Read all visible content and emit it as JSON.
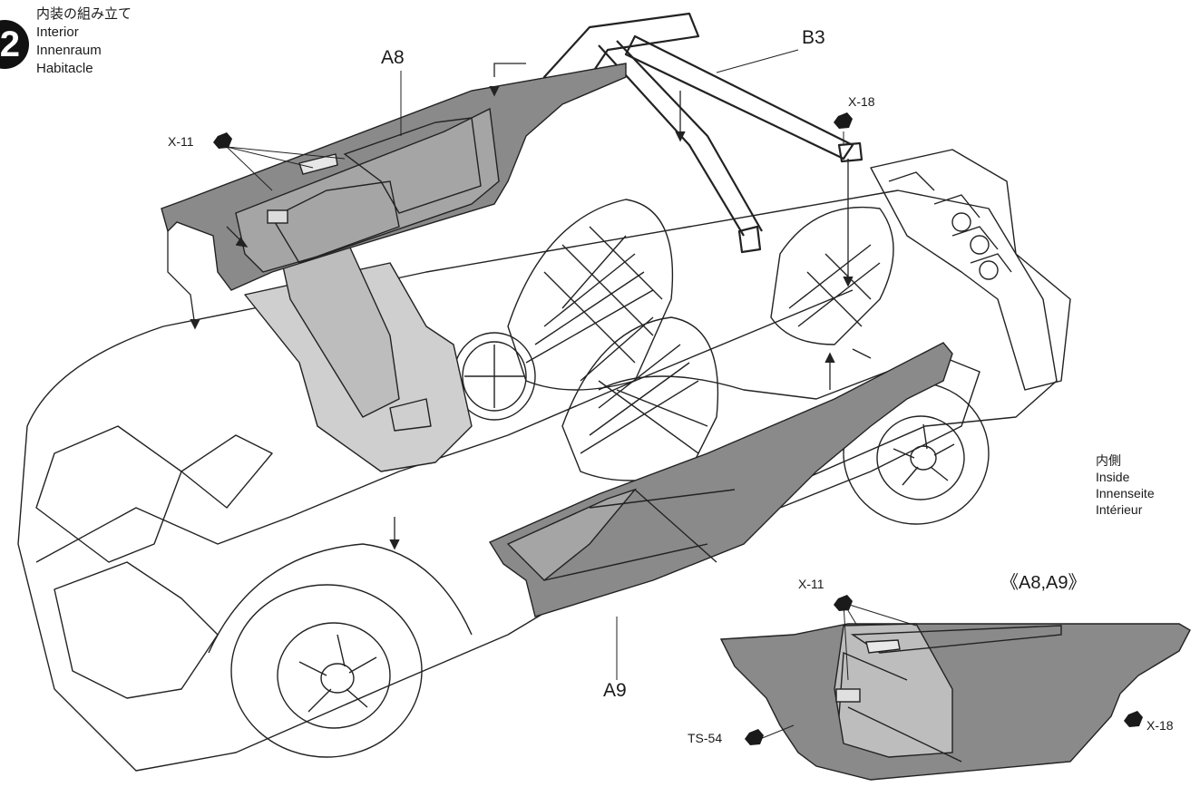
{
  "step": {
    "number": "2",
    "titles": [
      "内装の組み立て",
      "Interior",
      "Innenraum",
      "Habitacle"
    ]
  },
  "labels": {
    "a8": "A8",
    "a9": "A9",
    "b3": "B3",
    "x11_main": "X-11",
    "x18_main": "X-18",
    "x11_inset": "X-11",
    "x18_inset": "X-18",
    "ts54": "TS-54"
  },
  "legend": {
    "lines": [
      "内側",
      "Inside",
      "Innenseite",
      "Intérieur"
    ]
  },
  "inset": {
    "title": "《A8,A9》"
  },
  "colors": {
    "panel_gray": "#8a8a8a",
    "panel_light": "#b9b9b9",
    "paint_dot": "#1a1a1a"
  }
}
